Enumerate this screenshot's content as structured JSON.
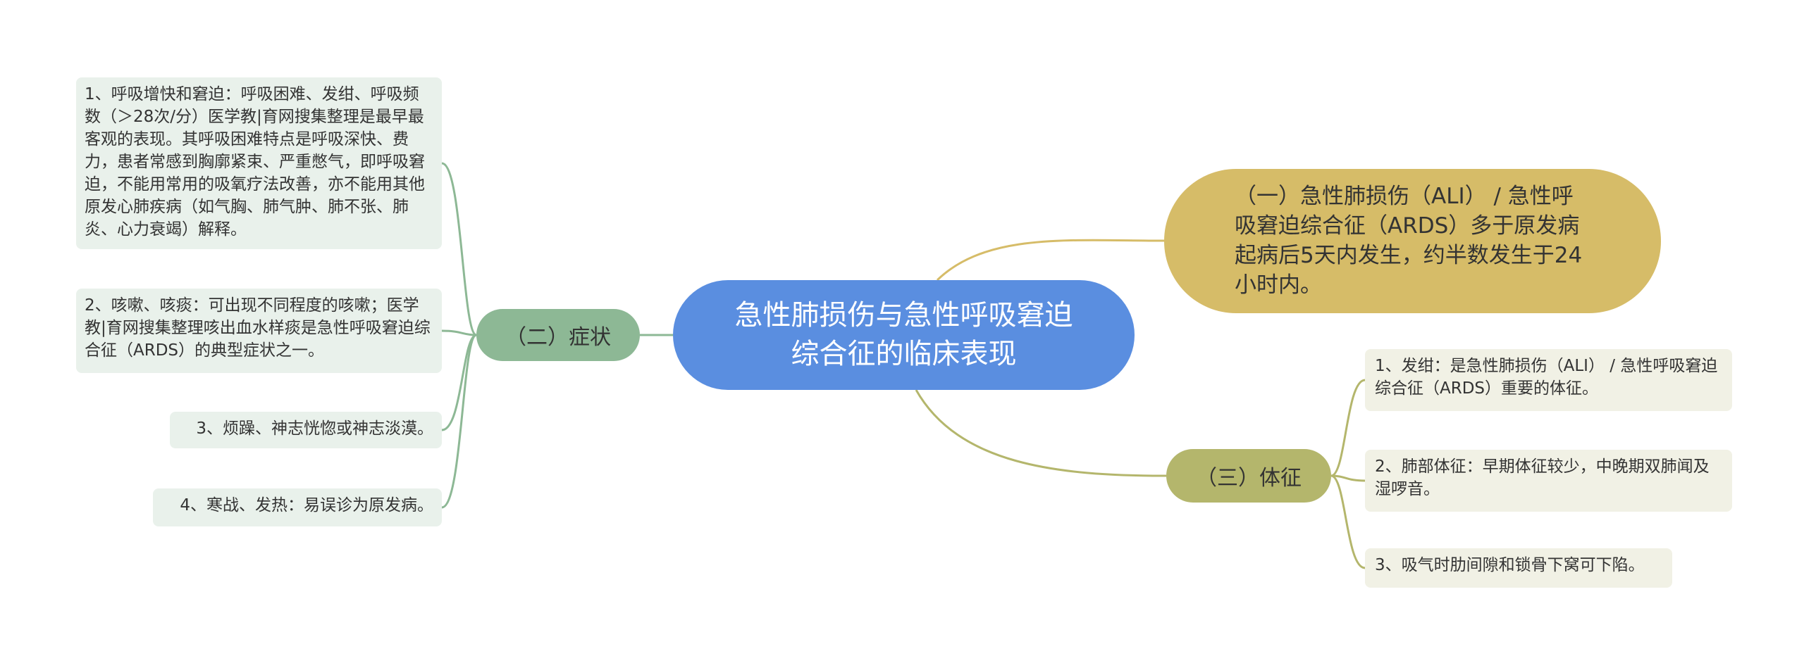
{
  "central": {
    "label": "急性肺损伤与急性呼吸窘迫综合征的临床表现"
  },
  "branch_overview": {
    "label": "（一）急性肺损伤（ALI） / 急性呼吸窘迫综合征（ARDS）多于原发病起病后5天内发生，约半数发生于24小时内。"
  },
  "branch_symptoms": {
    "label": "（二）症状",
    "items": [
      "1、呼吸增快和窘迫：呼吸困难、发绀、呼吸频数（＞28次/分）医学教|育网搜集整理是最早最客观的表现。其呼吸困难特点是呼吸深快、费力，患者常感到胸廓紧束、严重憋气，即呼吸窘迫，不能用常用的吸氧疗法改善，亦不能用其他原发心肺疾病（如气胸、肺气肿、肺不张、肺炎、心力衰竭）解释。",
      "2、咳嗽、咳痰：可出现不同程度的咳嗽；医学教|育网搜集整理咳出血水样痰是急性呼吸窘迫综合征（ARDS）的典型症状之一。",
      "3、烦躁、神志恍惚或神志淡漠。",
      "4、寒战、发热：易误诊为原发病。"
    ]
  },
  "branch_signs": {
    "label": "（三）体征",
    "items": [
      "1、发绀：是急性肺损伤（ALI） / 急性呼吸窘迫综合征（ARDS）重要的体征。",
      "2、肺部体征：早期体征较少，中晚期双肺闻及湿啰音。",
      "3、吸气时肋间隙和锁骨下窝可下陷。"
    ]
  },
  "colors": {
    "central": "#5a8ee0",
    "overview": "#d6bc68",
    "symptoms": "#8db895",
    "signs": "#b4b66c",
    "symptoms_leaf": "#e9f1eb",
    "signs_leaf": "#f1f1e5"
  }
}
